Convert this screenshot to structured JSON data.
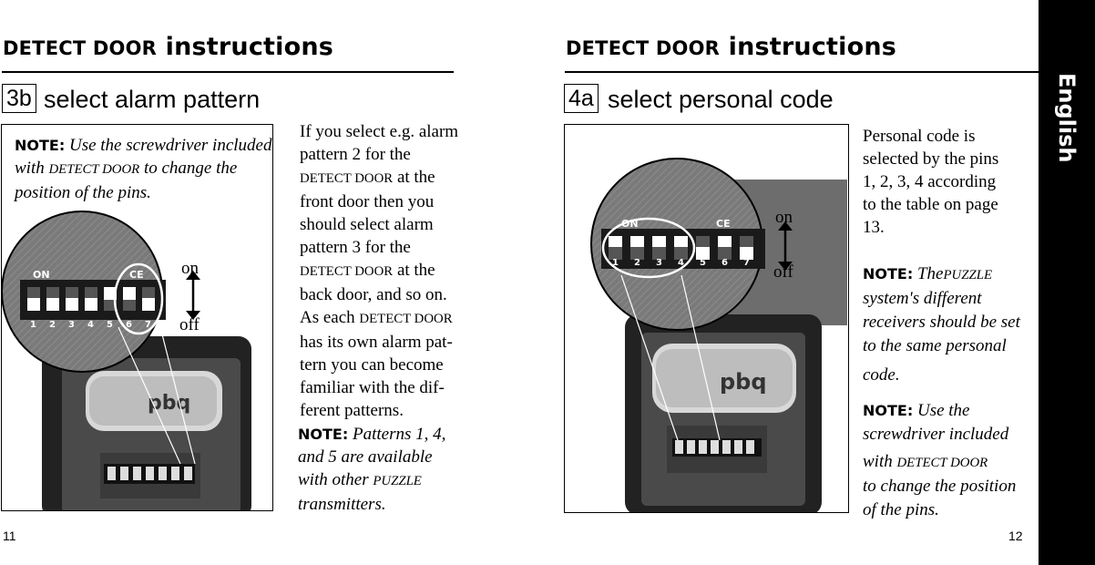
{
  "left": {
    "heading_a": "Detect Door",
    "heading_b": "instructions",
    "step_num": "3b",
    "step_title": "select alarm pattern",
    "note_label": "NOTE:",
    "note_pre": "Use the screwdriver included with",
    "note_brand": "Detect Door",
    "note_post": "to change the position of the pins.",
    "on": "on",
    "off": "off",
    "body_lines": [
      "If you select e.g. alarm",
      "pattern 2 for the"
    ],
    "body_brand1": "Detect Door",
    "body_mid1": "at the",
    "body_lines2": [
      "front door then you",
      "should select alarm",
      "pattern 3 for the"
    ],
    "body_brand2": "Detect Door",
    "body_mid2": "at the",
    "body_line3": "back door, and so on.",
    "body_pre4": "As each",
    "body_brand3": "Detect Door",
    "body_lines5": [
      "has its own alarm pat-",
      "tern you can become",
      "familiar with the dif-",
      "ferent patterns."
    ],
    "note2_label": "NOTE:",
    "note2_pre": "Patterns 1, 4, and 5 are available with other",
    "note2_brand": "Puzzle",
    "note2_post": "transmitters.",
    "page_number": "11"
  },
  "right": {
    "heading_a": "Detect Door",
    "heading_b": "instructions",
    "step_num": "4a",
    "step_title": "select personal code",
    "on": "on",
    "off": "off",
    "body_lines": [
      "Personal code is",
      "selected by the pins",
      "1, 2, 3, 4 according",
      "to the table on page",
      "13."
    ],
    "note_label": "NOTE:",
    "note_pre": "The",
    "note_brand": "Puzzle",
    "note_post_lines": [
      "system's different",
      "receivers should be set",
      "to the same personal",
      "code."
    ],
    "note2_label": "NOTE:",
    "note2_lines": [
      "Use the",
      "screwdriver included"
    ],
    "note2_with": "with",
    "note2_brand": "Detect Door",
    "note2_end_lines": [
      "to change the position",
      "of the pins."
    ],
    "page_number": "12",
    "tab_label": "English"
  },
  "dip": {
    "on_label": "ON",
    "ce_label": "CE",
    "numbers": [
      "1",
      "2",
      "3",
      "4",
      "5",
      "6",
      "7"
    ]
  }
}
